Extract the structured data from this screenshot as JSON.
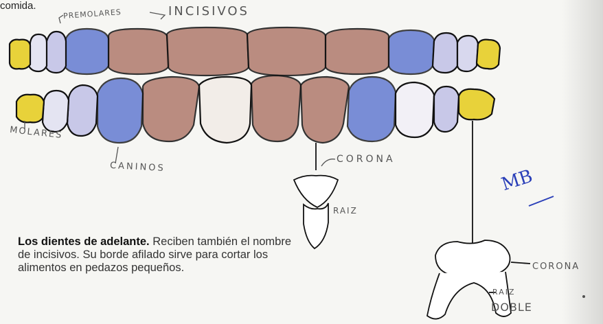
{
  "top_fragment": "comida.",
  "labels": {
    "premolares": "PREMOLARES",
    "incisivos": "INCISIVOS",
    "molares": "MOLARES",
    "caninos": "CANINOS",
    "corona_1": "CORONA",
    "raiz": "RAIZ",
    "corona_2": "CORONA",
    "raiz_2": "RAIZ",
    "doble": "DOBLE"
  },
  "caption": {
    "title": "Los dientes de adelante.",
    "body": "Reciben también el nombre de incisivos. Su borde afilado sirve para cortar los alimentos en pedazos pequeños."
  },
  "signature": "MB",
  "colors": {
    "incisor": "#b07a6c",
    "canine": "#5a74d0",
    "premolar": "#c8c8e8",
    "molar": "#e8d23a",
    "outline": "#111111",
    "signature": "#2a3fb8"
  }
}
